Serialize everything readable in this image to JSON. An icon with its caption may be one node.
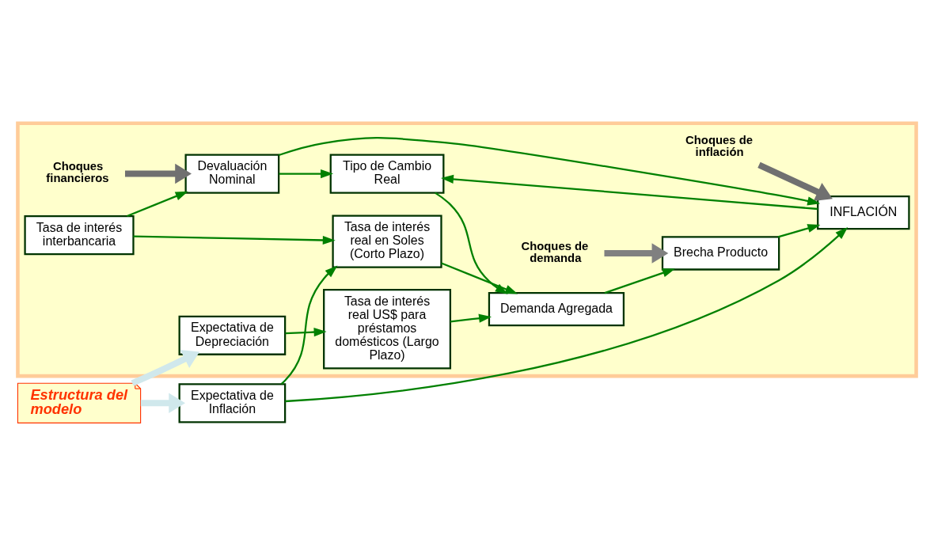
{
  "diagram": {
    "nodes": [
      {
        "text": [],
        "shape": "box"
      },
      {
        "text": [
          "Choques financieros"
        ],
        "in": 0
      },
      {
        "text": [
          "Choques de demanda"
        ],
        "in": 0
      },
      {
        "text": [
          "Choques de inflación"
        ],
        "in": 0
      },
      {
        "text": [
          "Devaluación Nominal"
        ],
        "in": 0
      },
      {
        "text": [
          "Tipo de Cambio Real"
        ],
        "in": 0
      },
      {
        "text": [
          "Tasa de interés interbancaria"
        ],
        "in": 0
      },
      {
        "text": [
          "Demanda Agregada"
        ],
        "in": 0
      },
      {
        "text": [
          "Brecha Producto"
        ],
        "in": 0
      },
      {
        "text": [
          "INFLACIÓN"
        ],
        "in": 0
      },
      {
        "text": [
          "Tasa de interés real en Soles (Corto Plazo)"
        ],
        "in": 0
      },
      {
        "text": [
          "Tasa de interés real US$ para préstamos domésticos (Largo Plazo)"
        ],
        "in": 0
      },
      {
        "text": [
          "Expectativa de Depreciación"
        ],
        "in": 0
      },
      {
        "text": [
          "Estructura del modelo"
        ]
      },
      {
        "text": [
          "Expectativa de Inflación"
        ]
      }
    ],
    "edges": [
      {
        "from": 1,
        "to": 4,
        "arrow": "to",
        "style": "thick",
        "color": "#707070"
      },
      {
        "from": 2,
        "to": 8,
        "arrow": "to",
        "style": "thick",
        "color": "#808080"
      },
      {
        "from": 3,
        "to": 9,
        "arrow": "to",
        "style": "thick",
        "color": "#707070"
      },
      {
        "from": 4,
        "to": 9,
        "arrow": "to"
      },
      {
        "from": 4,
        "to": 5,
        "arrow": "to"
      },
      {
        "from": 6,
        "to": 4,
        "arrow": "to"
      },
      {
        "from": 6,
        "to": 10,
        "arrow": "to"
      },
      {
        "from": 10,
        "to": 7,
        "arrow": "to"
      },
      {
        "from": 5,
        "to": 7,
        "arrow": "to"
      },
      {
        "from": 9,
        "to": 5,
        "arrow": "to"
      },
      {
        "from": 7,
        "to": 8,
        "arrow": "to"
      },
      {
        "from": 8,
        "to": 9,
        "arrow": "to"
      },
      {
        "from": 11,
        "to": 7,
        "arrow": "to"
      },
      {
        "from": 12,
        "to": 11,
        "arrow": "to"
      },
      {
        "from": 14,
        "to": 10,
        "arrow": "to"
      },
      {
        "from": 14,
        "to": 9,
        "arrow": "to"
      },
      {
        "from": 13,
        "to": 12,
        "arrow": "to",
        "style": "thick",
        "color": "#d0e8ec"
      },
      {
        "from": 13,
        "to": 14,
        "arrow": "to",
        "style": "thick",
        "color": "#d0e8ec"
      }
    ]
  }
}
